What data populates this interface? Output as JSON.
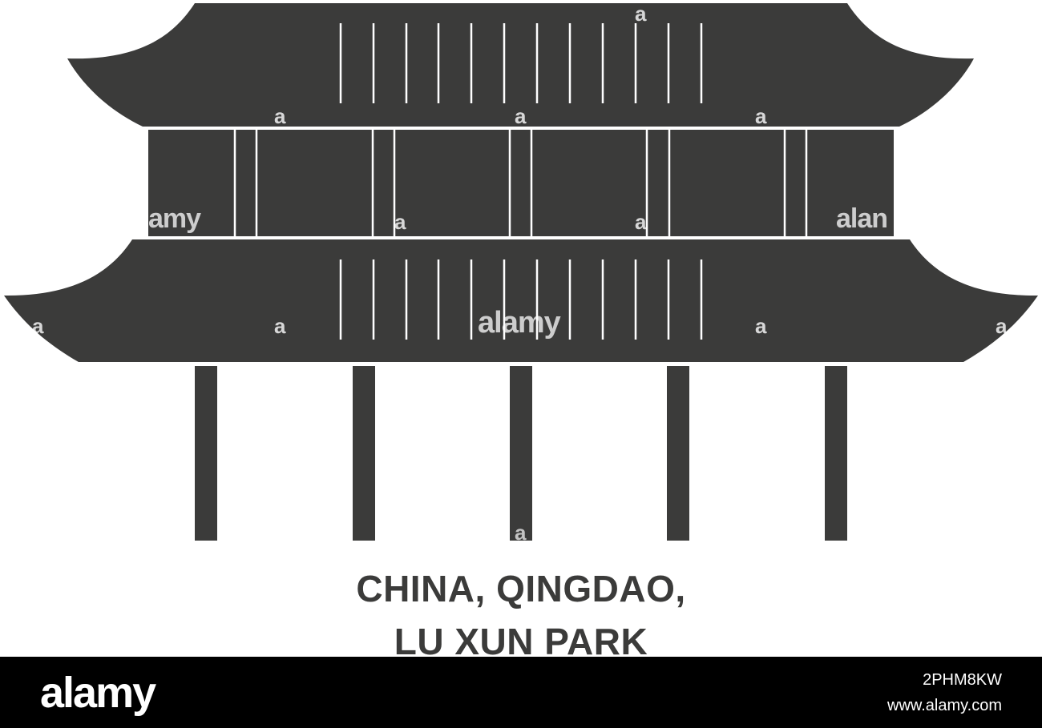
{
  "illustration": {
    "icon": "pagoda-gate-icon",
    "fill_color": "#3b3b3a",
    "background": "#ffffff"
  },
  "caption": {
    "line1": "CHINA, QINGDAO,",
    "line2": "LU XUN PARK"
  },
  "watermark": {
    "large": "alamy",
    "side_left": "amy",
    "side_right": "alan",
    "small": "a"
  },
  "footer": {
    "logo": "alamy",
    "image_id": "2PHM8KW",
    "url": "www.alamy.com",
    "background": "#000000"
  }
}
